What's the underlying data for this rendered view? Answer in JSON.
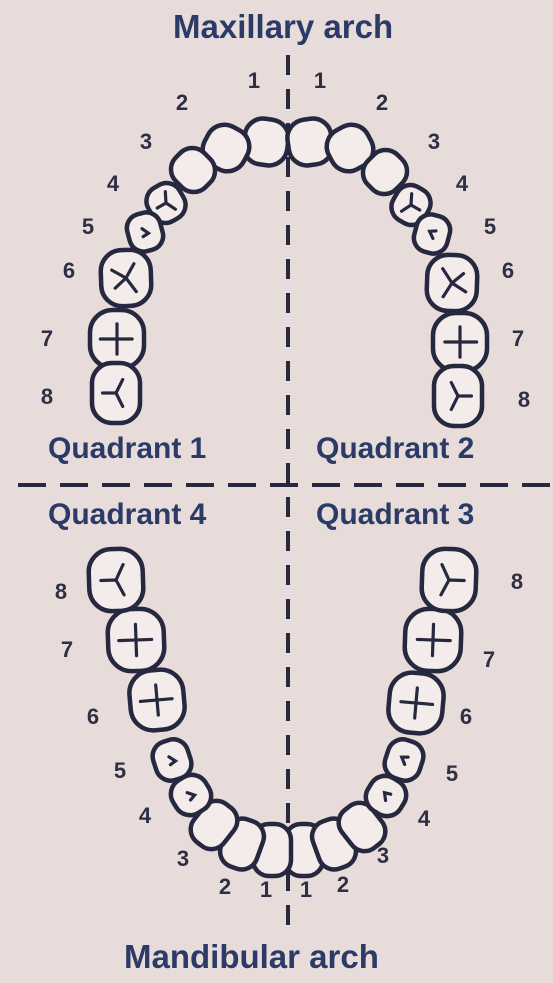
{
  "titles": {
    "top": "Maxillary arch",
    "bottom": "Mandibular arch"
  },
  "quadrants": {
    "q1": "Quadrant 1",
    "q2": "Quadrant 2",
    "q3": "Quadrant 3",
    "q4": "Quadrant 4"
  },
  "tooth_numbers": {
    "maxillary_right": [
      "1",
      "2",
      "3",
      "4",
      "5",
      "6",
      "7",
      "8"
    ],
    "maxillary_left": [
      "1",
      "2",
      "3",
      "4",
      "5",
      "6",
      "7",
      "8"
    ],
    "mandibular_left": [
      "1",
      "2",
      "3",
      "4",
      "5",
      "6",
      "7",
      "8"
    ],
    "mandibular_right": [
      "1",
      "2",
      "3",
      "4",
      "5",
      "6",
      "7",
      "8"
    ]
  },
  "colors": {
    "background": "#e7dcd9",
    "tooth_fill": "#f4ecea",
    "outline": "#262840",
    "label": "#2b3a66"
  }
}
